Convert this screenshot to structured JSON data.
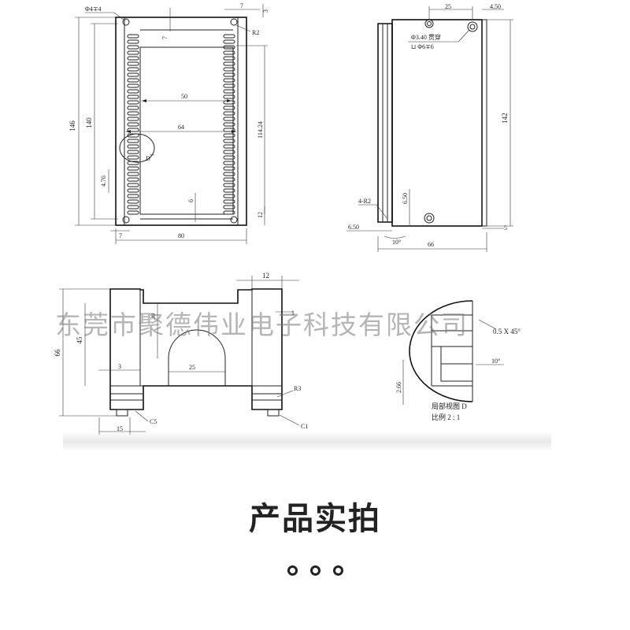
{
  "front_view": {
    "hole_callout": "Φ4∓4",
    "dim_top_7": "7",
    "dim_top_3": "3",
    "dim_inner_7": "7",
    "radius": "R2",
    "dim_146": "146",
    "dim_140": "140",
    "dim_50": "50",
    "dim_64": "64",
    "dim_114": "114.24",
    "detail_marker": "D",
    "dim_4_76": "4.76",
    "dim_bottom_6": "6",
    "dim_bottom_12": "12",
    "dim_bottom_7": "7",
    "dim_80": "80"
  },
  "side_view": {
    "dim_25": "25",
    "dim_4_50": "4.50",
    "hole_spec_1": "Φ3.40 贯穿",
    "hole_spec_2": "⊔ Φ6∓6",
    "dim_142": "142",
    "radius_4": "4-R2",
    "dim_6_50v": "6.50",
    "dim_6_50h": "6.50",
    "angle_10": "10°",
    "dim_5": "5",
    "dim_66": "66"
  },
  "end_view": {
    "dim_12": "12",
    "dim_1": "1",
    "dim_66": "66",
    "dim_45": "45",
    "dim_30": "30",
    "dim_3": "3",
    "dim_25": "25",
    "radius_3": "R3",
    "chamfer_c5": "C5",
    "chamfer_c1": "C1",
    "dim_15": "15"
  },
  "detail_view": {
    "chamfer": "0.5 X 45°",
    "angle": "10°",
    "dim_2_66": "2.66",
    "caption": "局部视图 D",
    "scale": "比例 2 : 1"
  },
  "watermark": "东莞市聚德伟业电子科技有限公司",
  "section_title": "产品实拍"
}
